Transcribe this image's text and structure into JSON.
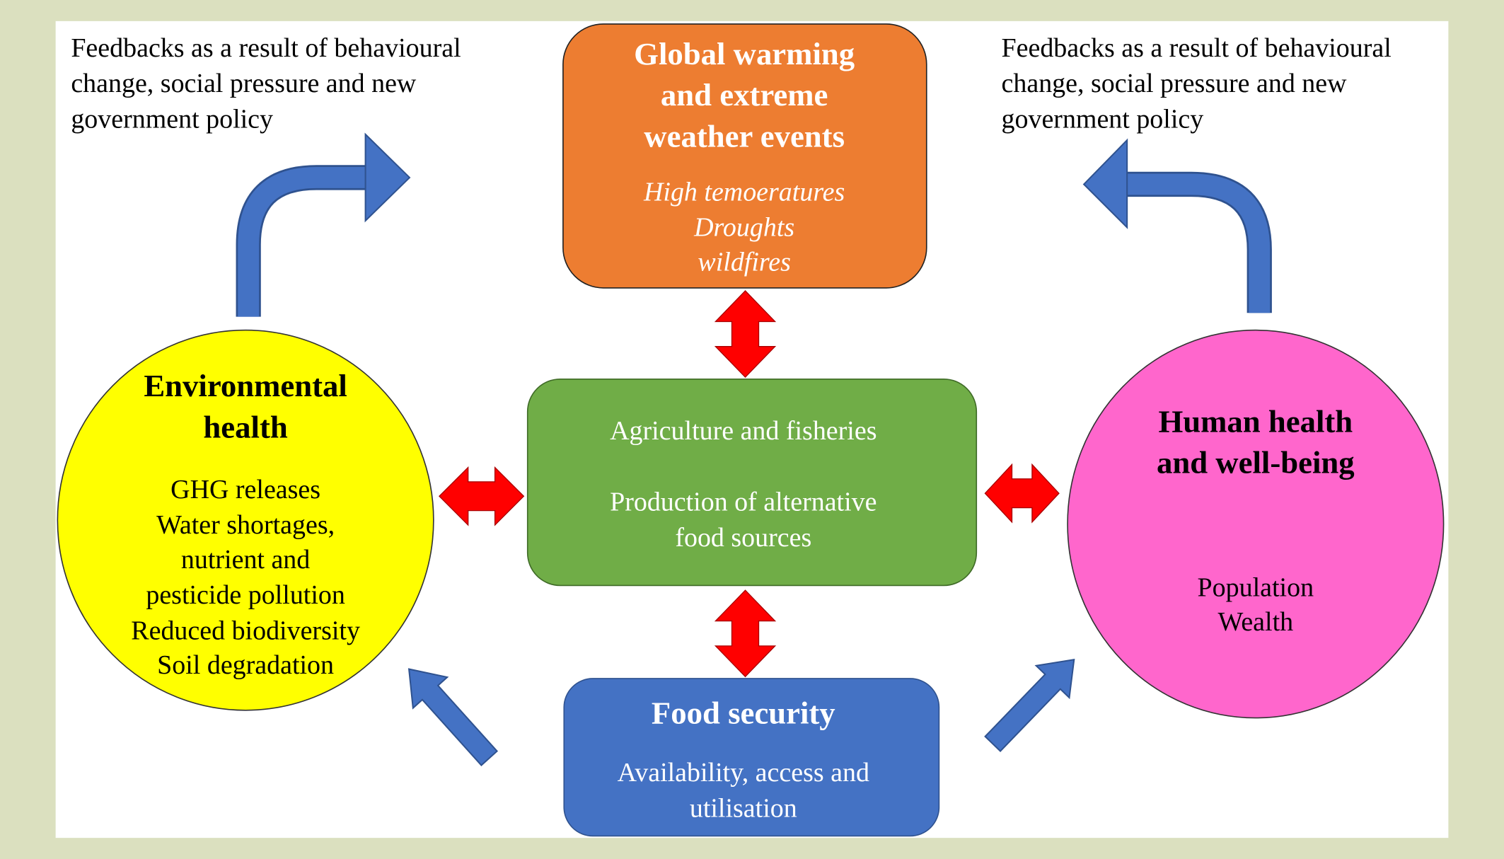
{
  "feedback_left": [
    "Feedbacks as a result of behavioural",
    "change, social pressure and new",
    "government policy"
  ],
  "feedback_right": [
    "Feedbacks as a result of behavioural",
    "change, social pressure and new",
    "government policy"
  ],
  "global_warming": {
    "title": [
      "Global warming",
      "and extreme",
      "weather events"
    ],
    "items": [
      "High temoeratures",
      "Droughts",
      "wildfires"
    ]
  },
  "agriculture": {
    "items": [
      "Agriculture and fisheries",
      "Production of alternative",
      "food sources"
    ]
  },
  "food_security": {
    "title": "Food security",
    "items": [
      "Availability, access and",
      "utilisation"
    ]
  },
  "environmental_health": {
    "title": [
      "Environmental",
      "health"
    ],
    "items": [
      "GHG releases",
      "Water shortages,",
      "nutrient and",
      "pesticide pollution",
      "Reduced biodiversity",
      "Soil degradation"
    ]
  },
  "human_health": {
    "title": [
      "Human health",
      "and well-being"
    ],
    "items": [
      "Population",
      "Wealth"
    ]
  },
  "colors": {
    "background": "#dbe0bf",
    "orange": "#ed7d31",
    "green": "#70ad47",
    "blue": "#4472c4",
    "yellow": "#ffff00",
    "pink": "#ff66cc",
    "red": "#ff0000"
  }
}
